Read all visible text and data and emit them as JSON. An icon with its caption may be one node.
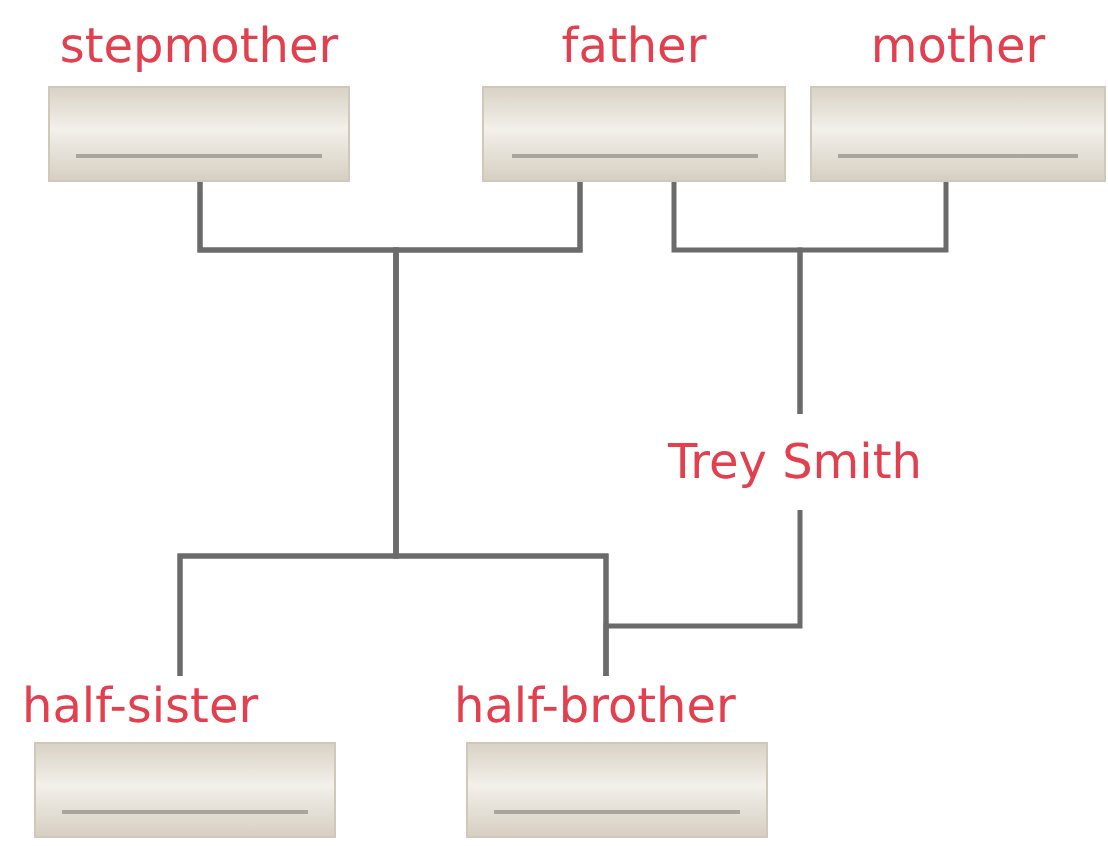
{
  "diagram": {
    "nodes": [
      {
        "text": [
          "stepmother"
        ]
      },
      {
        "text": [
          "father"
        ]
      },
      {
        "text": [
          "mother"
        ]
      },
      {
        "text": [
          "Trey Smith"
        ]
      },
      {
        "text": [
          "half-sister"
        ]
      },
      {
        "text": [
          "half-brother"
        ]
      }
    ],
    "edges": [
      {
        "from": 0,
        "to": 4,
        "arrow": "none"
      },
      {
        "from": 0,
        "to": 5,
        "arrow": "none"
      },
      {
        "from": 1,
        "to": 4,
        "arrow": "none"
      },
      {
        "from": 1,
        "to": 5,
        "arrow": "none"
      },
      {
        "from": 1,
        "to": 3,
        "arrow": "none"
      },
      {
        "from": 2,
        "to": 3,
        "arrow": "none"
      },
      {
        "from": 3,
        "to": 5,
        "arrow": "none"
      }
    ]
  }
}
